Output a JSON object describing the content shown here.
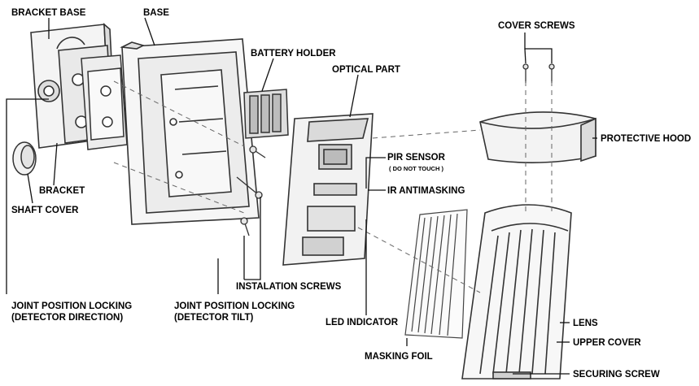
{
  "labels": {
    "bracket_base": "BRACKET BASE",
    "base": "BASE",
    "battery_holder": "BATTERY HOLDER",
    "optical_part": "OPTICAL PART",
    "cover_screws": "COVER SCREWS",
    "protective_hood": "PROTECTIVE HOOD",
    "pir_sensor": "PIR SENSOR",
    "pir_note": "( DO NOT TOUCH )",
    "ir_antimasking": "IR ANTIMASKING",
    "bracket": "BRACKET",
    "shaft_cover": "SHAFT COVER",
    "instalation_screws": "INSTALATION SCREWS",
    "joint_direction_line1": "JOINT POSITION LOCKING",
    "joint_direction_line2": "(DETECTOR DIRECTION)",
    "joint_tilt_line1": "JOINT POSITION LOCKING",
    "joint_tilt_line2": "(DETECTOR TILT)",
    "led_indicator": "LED INDICATOR",
    "masking_foil": "MASKING FOIL",
    "lens": "LENS",
    "upper_cover": "UPPER COVER",
    "securing_screw": "SECURING SCREW"
  }
}
